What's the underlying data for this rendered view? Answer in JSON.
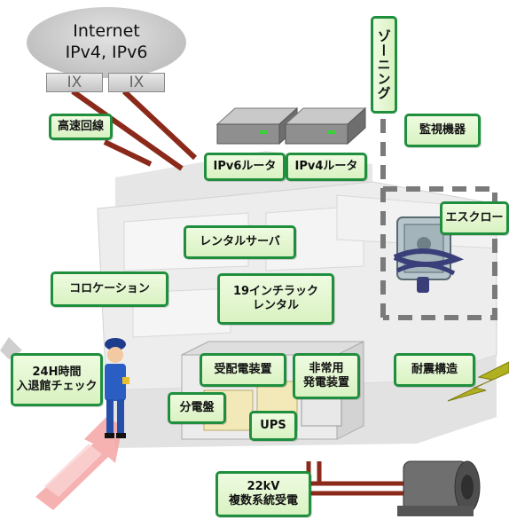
{
  "internet": {
    "line1": "Internet",
    "line2": "IPv4, IPv6"
  },
  "ix_labels": [
    "IX",
    "IX"
  ],
  "labels": {
    "high_speed_line": "高速回線",
    "zoning": "ゾーニング",
    "monitoring_equipment": "監視機器",
    "ipv6_router": "IPv6ルータ",
    "ipv4_router": "IPv4ルータ",
    "escrow": "エスクロー",
    "rental_server": "レンタルサーバ",
    "colocation": "コロケーション",
    "rack_rental": "19インチラック\nレンタル",
    "entry_check": "24H時間\n入退館チェック",
    "power_receiving": "受配電装置",
    "emergency_generator": "非常用\n発電装置",
    "seismic_structure": "耐震構造",
    "distribution_board": "分電盤",
    "ups": "UPS",
    "power_receiving_22kv": "22kV\n複数系統受電"
  }
}
